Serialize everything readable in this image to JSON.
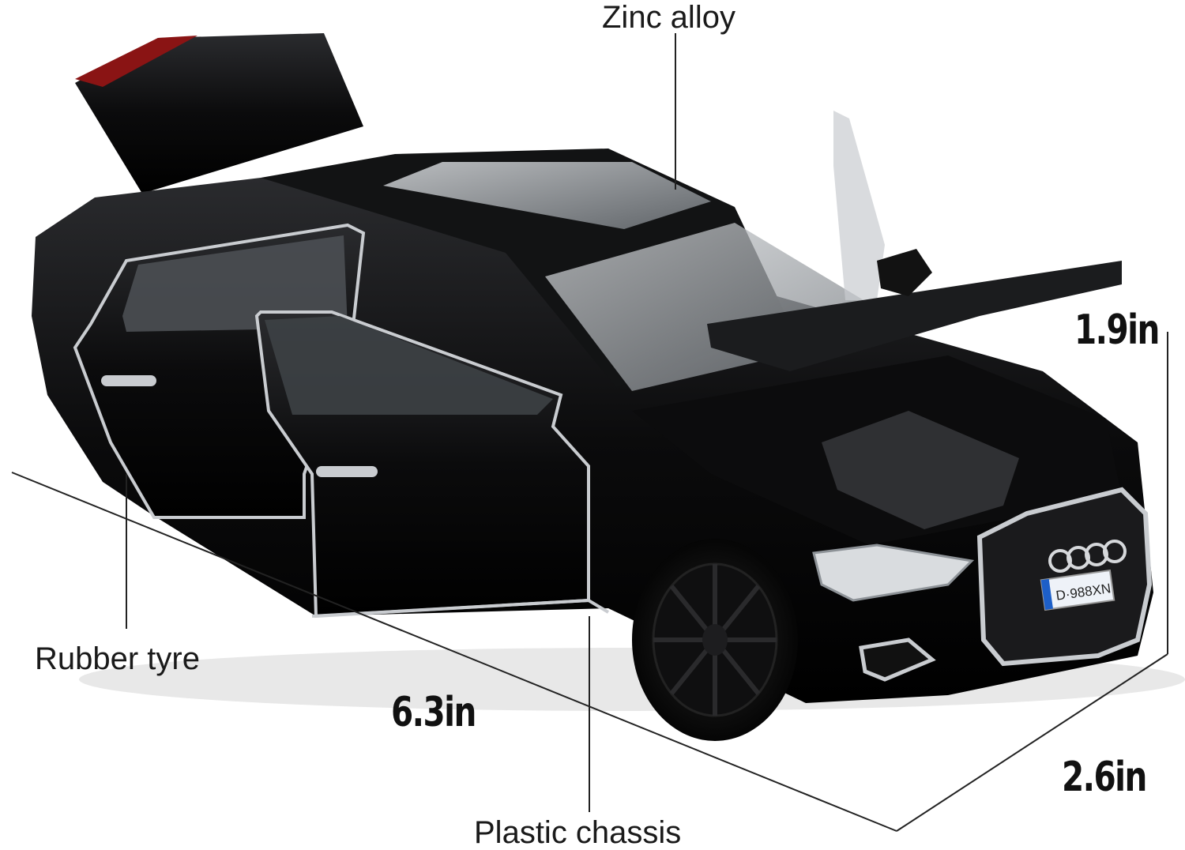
{
  "labels": {
    "material_body": "Zinc alloy",
    "material_tyre": "Rubber tyre",
    "material_chassis": "Plastic chassis"
  },
  "dimensions": {
    "length": "6.3in",
    "height": "1.9in",
    "width": "2.6in"
  },
  "colors": {
    "car_body": "#0b0b0c",
    "chrome": "#c9ccd0",
    "glass": "#8d9297",
    "plate_blue": "#1d5fc8",
    "tail_light": "#8a1414",
    "line": "#222222"
  },
  "plate": {
    "text": "D·988XN"
  }
}
